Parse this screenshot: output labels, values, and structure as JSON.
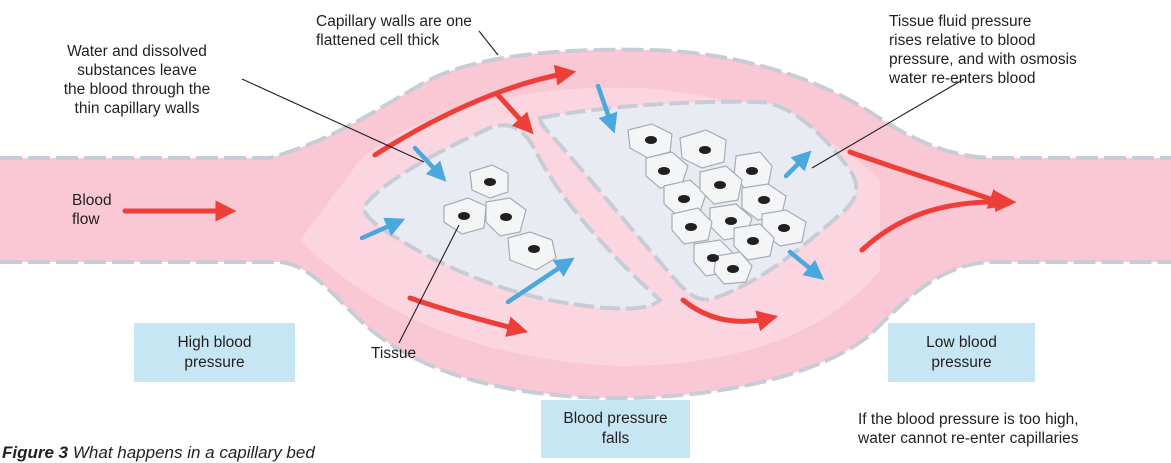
{
  "labels": {
    "capillary_walls": [
      "Capillary walls are one",
      "flattened cell thick"
    ],
    "water_leave": [
      "Water and dissolved",
      "substances leave",
      "the blood through the",
      "thin capillary walls"
    ],
    "tissue_fluid": [
      "Tissue fluid pressure",
      "rises relative to blood",
      "pressure, and with osmosis",
      "water re-enters blood"
    ],
    "blood_flow": [
      "Blood",
      "flow"
    ],
    "tissue": "Tissue",
    "too_high": [
      "If the blood pressure is too high,",
      "water cannot re-enter capillaries"
    ]
  },
  "boxes": {
    "high": [
      "High blood",
      "pressure"
    ],
    "low": [
      "Low blood",
      "pressure"
    ],
    "falls": [
      "Blood pressure",
      "falls"
    ]
  },
  "caption": {
    "figure": "Figure 3",
    "text": "What happens in a capillary bed"
  },
  "colors": {
    "vessel": "#f9c8d4",
    "vessel_inner": "#fde7ec",
    "wall": "#c8ccd6",
    "tissue": "#e8ebf1",
    "red_arrow": "#ee3e38",
    "blue_arrow": "#4aa8df",
    "box": "#c7e6f4"
  }
}
